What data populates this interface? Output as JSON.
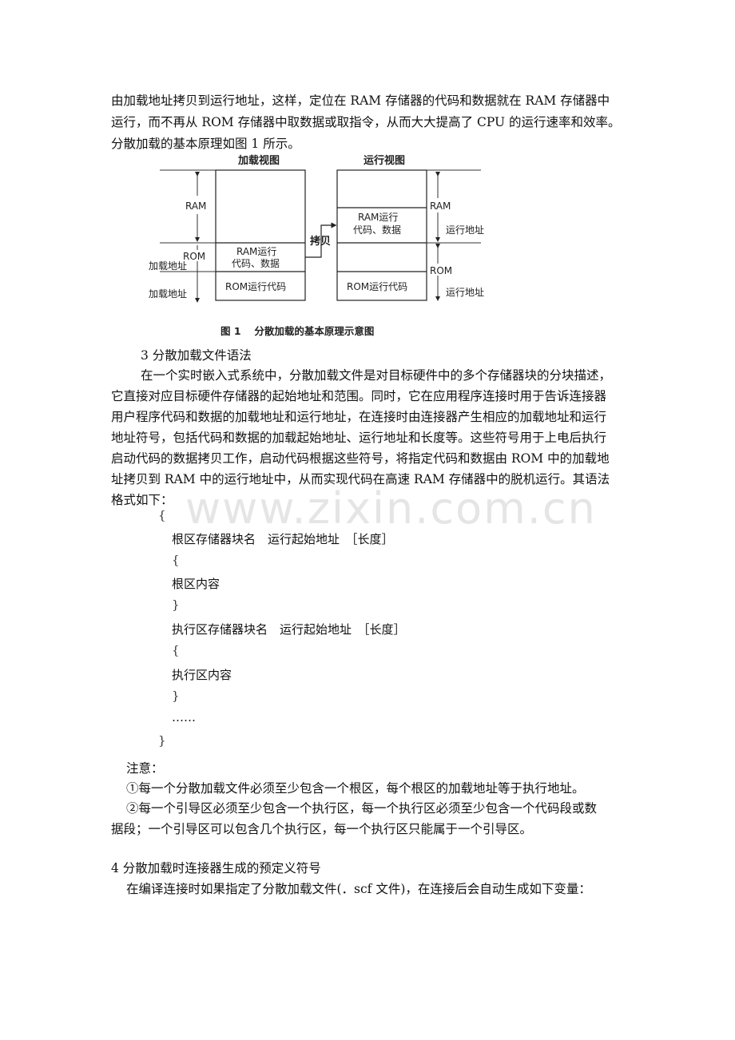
{
  "intro": {
    "lines": [
      "由加载地址拷贝到运行地址，这样，定位在 RAM 存储器的代码和数据就在 RAM 存储器中",
      "运行，而不再从 ROM 存储器中取数据或取指令，从而大大提高了 CPU 的运行速率和效率。",
      "分散加载的基本原理如图 1 所示。"
    ]
  },
  "figure": {
    "load_view_title": "加载视图",
    "run_view_title": "运行视图",
    "ram_label_left": "RAM",
    "rom_label_left": "ROM",
    "load_addr_1": "加载地址",
    "load_addr_2": "加载地址",
    "ram_block_line1": "RAM运行",
    "ram_block_line2": "代码、数据",
    "rom_block": "ROM运行代码",
    "copy_label": "拷贝",
    "ram_label_right": "RAM",
    "rom_label_right": "ROM",
    "run_addr_1": "运行地址",
    "run_addr_2": "运行地址",
    "caption": "图 1　 分散加载的基本原理示意图"
  },
  "section3": {
    "heading": "3  分散加载文件语法",
    "lines": [
      "在一个实时嵌入式系统中，分散加载文件是对目标硬件中的多个存储器块的分块描述，",
      "它直接对应目标硬件存储器的起始地址和范围。同时，它在应用程序连接时用于告诉连接器",
      "用户程序代码和数据的加载地址和运行地址，在连接时由连接器产生相应的加载地址和运行",
      "地址符号，包括代码和数据的加载起始地址、运行地址和长度等。这些符号用于上电后执行",
      "启动代码的数据拷贝工作，启动代码根据这些符号，将指定代码和数据由 ROM 中的加载地",
      "址拷贝到 RAM 中的运行地址中，从而实现代码在高速 RAM 存储器中的脱机运行。其语法",
      "格式如下："
    ]
  },
  "syntax": {
    "open_brace": "{",
    "root_line": "根区存储器块名　运行起始地址　［长度］",
    "root_open": "{",
    "root_content": "根区内容",
    "root_close": "}",
    "exec_line": "执行区存储器块名　运行起始地址　［长度］",
    "exec_open": "{",
    "exec_content": "执行区内容",
    "exec_close": "}",
    "ellipsis": "……",
    "close_brace": "}"
  },
  "notes": {
    "title": "注意：",
    "note1": "①每一个分散加载文件必须至少包含一个根区，每个根区的加载地址等于执行地址。",
    "note2_line1": "②每一个引导区必须至少包含一个执行区，每一个执行区必须至少包含一个代码段或数",
    "note2_line2": "据段；一个引导区可以包含几个执行区，每一个执行区只能属于一个引导区。"
  },
  "section4": {
    "heading": "4  分散加载时连接器生成的预定义符号",
    "line1": "在编译连接时如果指定了分散加载文件(．scf 文件)，在连接后会自动生成如下变量："
  },
  "watermark": "www.zixin.com.cn"
}
